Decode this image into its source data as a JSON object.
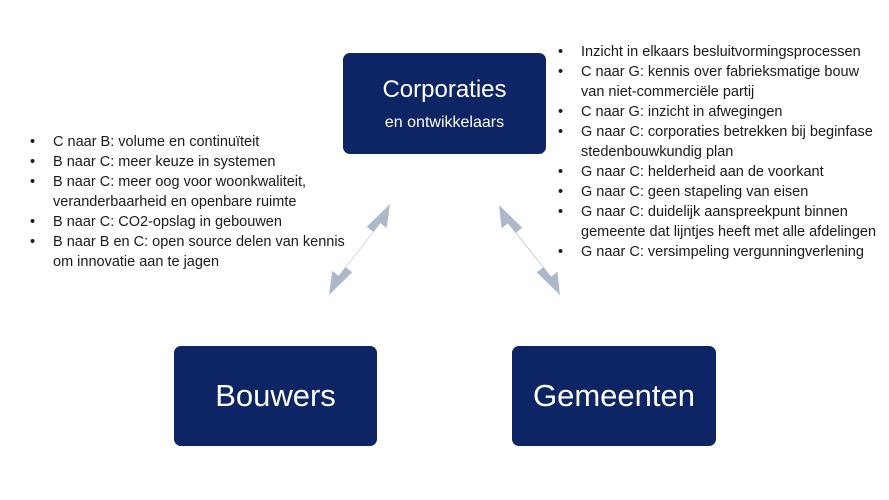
{
  "boxes": {
    "corporaties": {
      "title": "Corporaties",
      "subtitle": "en ontwikkelaars"
    },
    "bouwers": {
      "title": "Bouwers"
    },
    "gemeenten": {
      "title": "Gemeenten"
    }
  },
  "left_list": [
    "C naar B: volume en continuïteit",
    "B naar C: meer keuze in systemen",
    "B naar C: meer oog voor woonkwaliteit, veranderbaarheid en openbare ruimte",
    "B naar C: CO2-opslag in gebouwen",
    "B naar B en C: open source delen van kennis om innovatie aan te jagen"
  ],
  "right_list": [
    "Inzicht in elkaars besluitvormingsprocessen",
    "C naar G: kennis over fabrieksmatige bouw van niet-commerciële partij",
    "C naar G: inzicht in afwegingen",
    "G naar C: corporaties betrekken bij beginfase stedenbouwkundig plan",
    "G naar C: helderheid aan de voorkant",
    "G naar C: geen stapeling van eisen",
    "G naar C: duidelijk aanspreekpunt binnen gemeente dat lijntjes heeft met alle afdelingen",
    "G naar C: versimpeling vergunningverlening"
  ],
  "colors": {
    "box_fill": "#0e2565",
    "arrow_fill": "#adb9ca",
    "text": "#1a1a1a"
  }
}
